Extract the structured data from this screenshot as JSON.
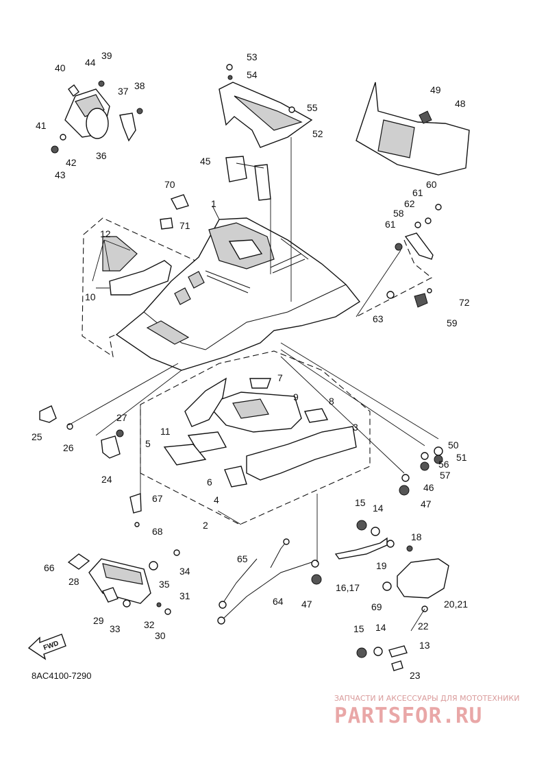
{
  "diagram": {
    "drawing_code": "8AC4100-7290",
    "direction_badge": "FWD",
    "callouts": [
      "1",
      "2",
      "3",
      "4",
      "5",
      "6",
      "7",
      "8",
      "9",
      "10",
      "11",
      "12",
      "13",
      "14",
      "14",
      "15",
      "15",
      "16,17",
      "18",
      "19",
      "20,21",
      "22",
      "23",
      "24",
      "25",
      "26",
      "27",
      "28",
      "29",
      "30",
      "31",
      "32",
      "33",
      "34",
      "35",
      "36",
      "37",
      "38",
      "39",
      "40",
      "41",
      "42",
      "43",
      "44",
      "45",
      "46",
      "47",
      "47",
      "48",
      "49",
      "50",
      "51",
      "52",
      "53",
      "54",
      "55",
      "56",
      "57",
      "58",
      "59",
      "60",
      "61",
      "61",
      "62",
      "63",
      "64",
      "65",
      "66",
      "67",
      "68",
      "69",
      "70",
      "71",
      "72"
    ]
  },
  "watermark": {
    "subtitle": "ЗАПЧАСТИ И АКСЕССУАРЫ ДЛЯ МОТОТЕХНИКИ",
    "brand": "PARTSFOR.RU",
    "color": "#e9a7a7"
  }
}
